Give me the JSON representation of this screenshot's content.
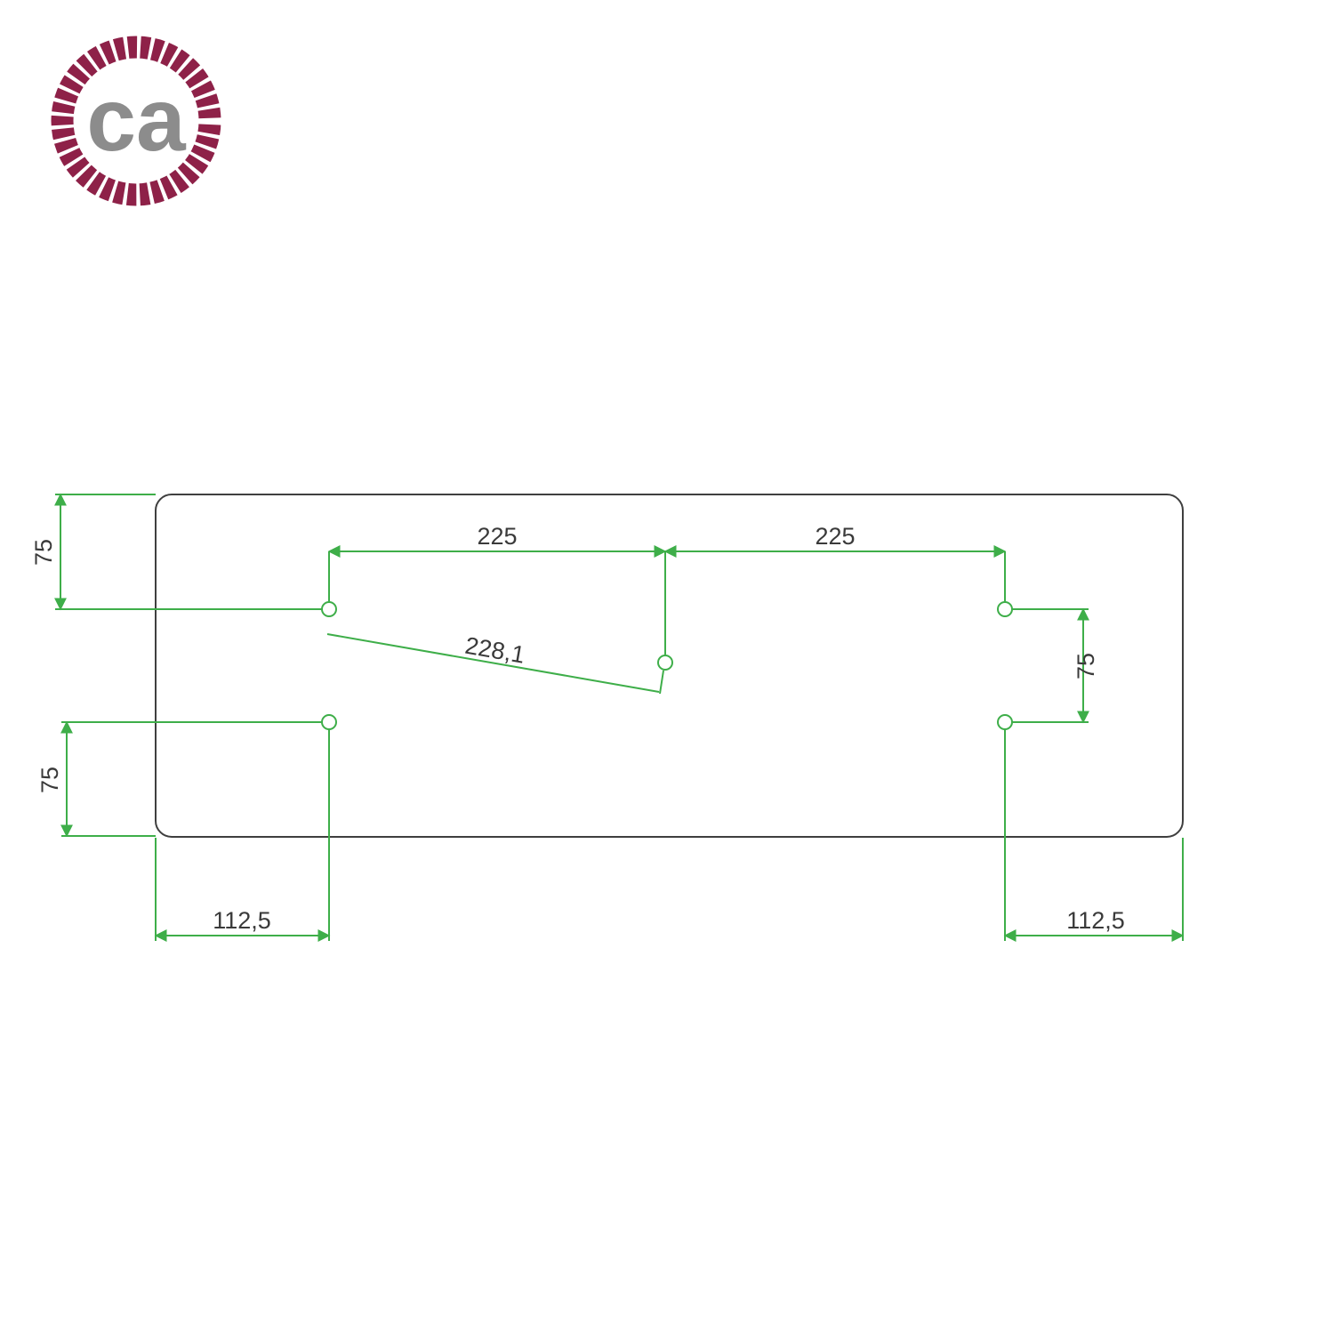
{
  "logo": {
    "text": "ca"
  },
  "colors": {
    "dim_green": "#3eae49",
    "outline_gray": "#3f3f3f",
    "label_dark": "#3a3a3a",
    "logo_ring": "#8e2148",
    "logo_text": "#8c8c8c"
  },
  "dimensions": {
    "top_left": "225",
    "top_right": "225",
    "diagonal": "228,1",
    "left_upper": "75",
    "left_lower": "75",
    "right_side": "75",
    "bottom_left": "112,5",
    "bottom_right": "112,5"
  }
}
